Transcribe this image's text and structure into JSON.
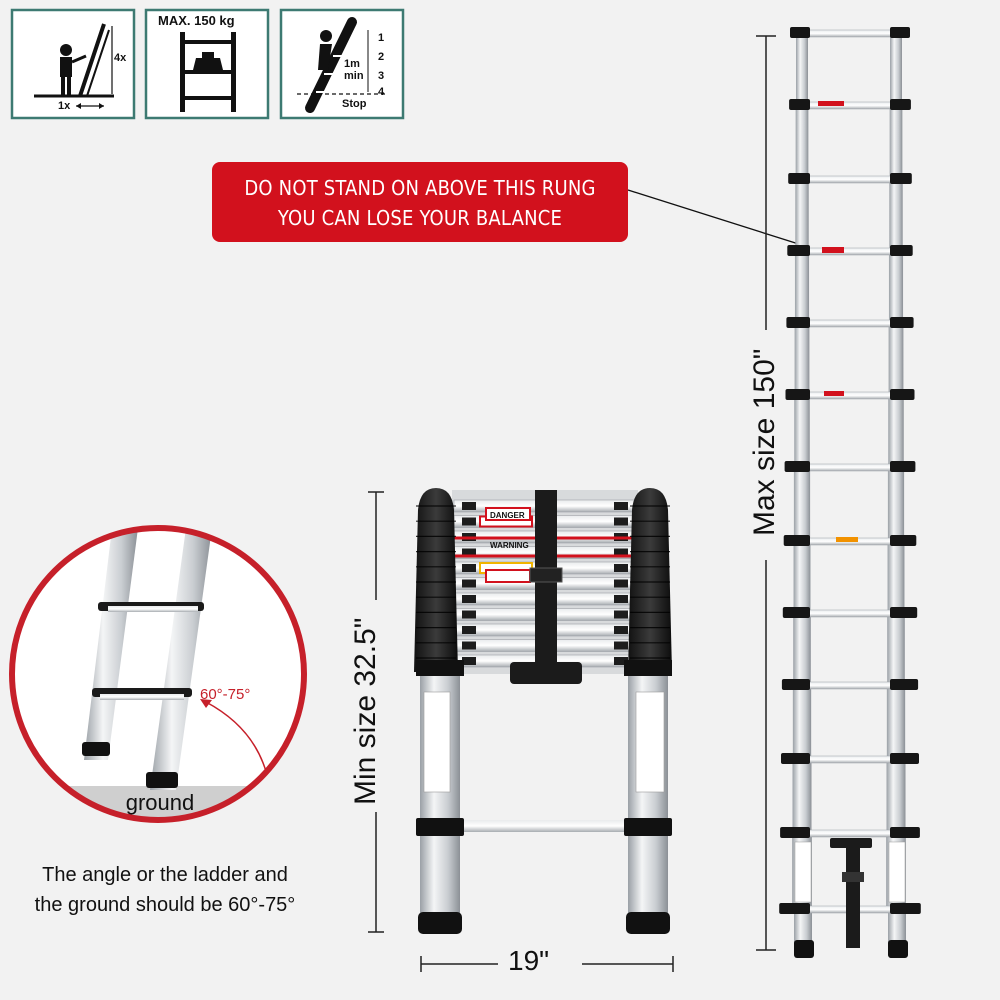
{
  "icons": [
    {
      "name": "ratio-icon",
      "label_vertical": "4x",
      "label_horizontal": "1x"
    },
    {
      "name": "max-load-icon",
      "label": "MAX. 150 kg"
    },
    {
      "name": "extend-steps-icon",
      "steps": [
        "1",
        "2",
        "3",
        "4"
      ],
      "min_label": "1m min",
      "stop_label": "Stop"
    }
  ],
  "warning": {
    "line1": "DO NOT STAND ON ABOVE THIS RUNG",
    "line2": "YOU CAN LOSE YOUR BALANCE",
    "color": "#d2111d"
  },
  "angle_detail": {
    "angle_label": "60°-75°",
    "ground_label": "ground",
    "caption_line1": "The angle or the ladder and",
    "caption_line2": "the ground should be 60°-75°",
    "accent": "#c6202a"
  },
  "dimensions": {
    "min_size": "Min size 32.5\"",
    "max_size": "Max size 150\"",
    "width": "19\""
  },
  "ladder_labels": {
    "danger": "DANGER",
    "warning": "WARNING"
  }
}
